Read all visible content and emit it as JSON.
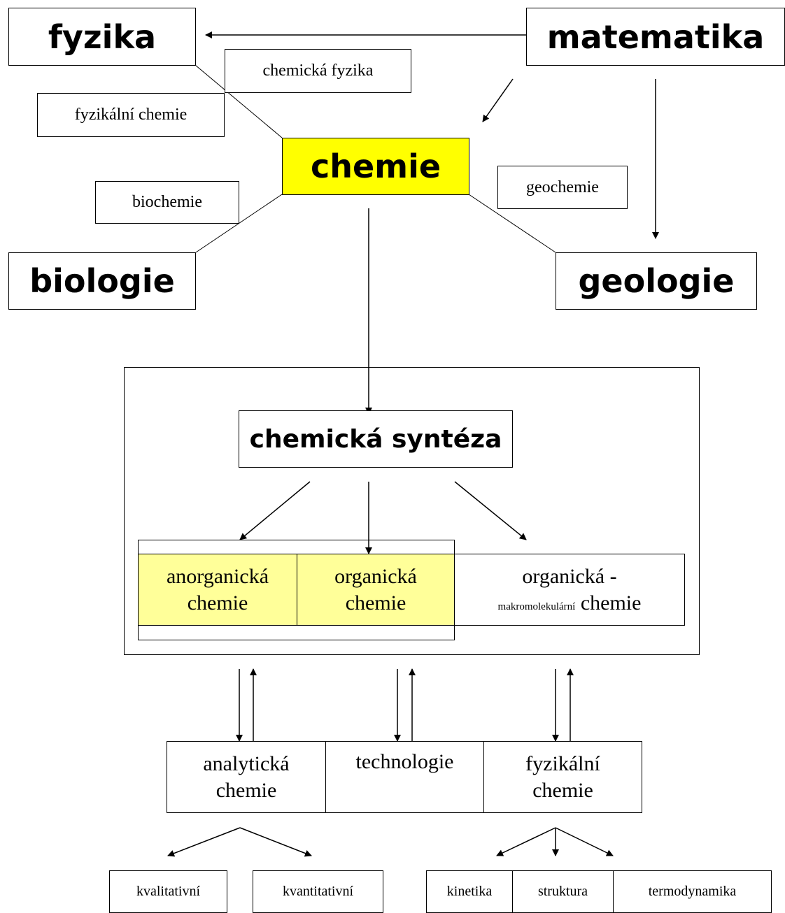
{
  "nodes": {
    "fyzika": "fyzika",
    "matematika": "matematika",
    "chemicka_fyzika": "chemická fyzika",
    "fyzikalni_chemie_top": "fyzikální chemie",
    "chemie": "chemie",
    "biochemie": "biochemie",
    "geochemie": "geochemie",
    "biologie": "biologie",
    "geologie": "geologie",
    "chemicka_synteza": "chemická syntéza",
    "anorganicka_chemie": "anorganická chemie",
    "organicka_chemie": "organická chemie",
    "organicka_prefix": "organická -",
    "makromolekularni": "makromolekulární",
    "chemie_word": "chemie",
    "analyticka_chemie": "analytická chemie",
    "technologie": "technologie",
    "fyzikalni_chemie_bottom": "fyzikální chemie",
    "kvalitativni": "kvalitativní",
    "kvantitativni": "kvantitativní",
    "kinetika": "kinetika",
    "struktura": "struktura",
    "termodynamika": "termodynamika"
  },
  "colors": {
    "chemie_fill": "#ffff00",
    "branch_fill": "#ffff99",
    "line": "#000000"
  }
}
